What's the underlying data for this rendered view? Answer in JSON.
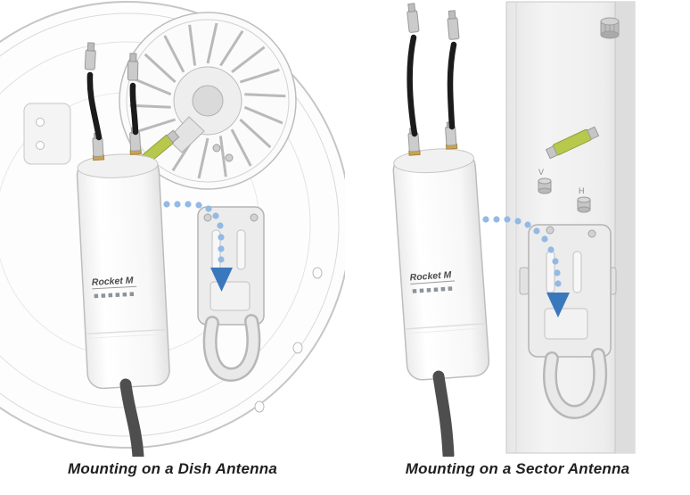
{
  "page": {
    "background": "#ffffff"
  },
  "colors": {
    "arrow_blue": "#3a78bd",
    "dot_blue": "#93b9e4",
    "connector_green": "#b8c84d",
    "cable_black": "#1b1b1b",
    "ethernet_gray": "#4e4e4e",
    "caption_text": "#1f1f1f"
  },
  "figures": [
    {
      "caption": "Mounting on a Dish Antenna",
      "device_label": "Rocket M"
    },
    {
      "caption": "Mounting on a Sector Antenna",
      "device_label": "Rocket M",
      "ports": {
        "v": "V",
        "h": "H"
      }
    }
  ]
}
